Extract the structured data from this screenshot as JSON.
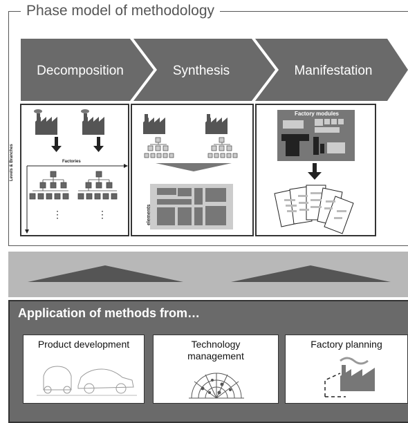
{
  "phase_model": {
    "title": "Phase model of methodology",
    "phases": [
      "Decomposition",
      "Synthesis",
      "Manifestation"
    ],
    "decomposition": {
      "axis_x_label": "Factories",
      "axis_y_label": "Levels & Branches",
      "ellipsis": "⋮"
    },
    "synthesis": {
      "elements_label": "elements"
    },
    "manifestation": {
      "modules_label": "Factory modules"
    }
  },
  "application": {
    "title": "Application of methods from…",
    "sources": [
      {
        "label": "Product development"
      },
      {
        "label": "Technology management"
      },
      {
        "label": "Factory planning"
      }
    ]
  },
  "colors": {
    "chevron": "#6a6a6a",
    "dark": "#333333",
    "medium": "#777777",
    "light_gray": "#b8b8b8"
  }
}
